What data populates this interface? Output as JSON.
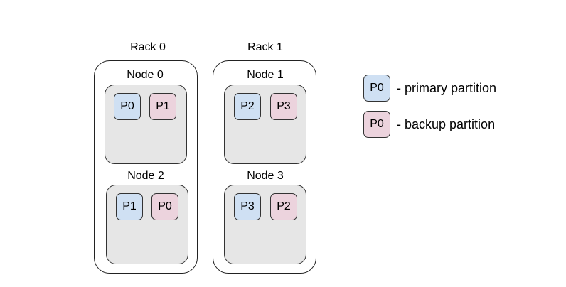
{
  "racks": [
    {
      "label": "Rack 0",
      "nodes": [
        {
          "label": "Node 0",
          "partitions": [
            {
              "label": "P0",
              "kind": "primary"
            },
            {
              "label": "P1",
              "kind": "backup"
            }
          ]
        },
        {
          "label": "Node 2",
          "partitions": [
            {
              "label": "P1",
              "kind": "primary"
            },
            {
              "label": "P0",
              "kind": "backup"
            }
          ]
        }
      ]
    },
    {
      "label": "Rack 1",
      "nodes": [
        {
          "label": "Node 1",
          "partitions": [
            {
              "label": "P2",
              "kind": "primary"
            },
            {
              "label": "P3",
              "kind": "backup"
            }
          ]
        },
        {
          "label": "Node 3",
          "partitions": [
            {
              "label": "P3",
              "kind": "primary"
            },
            {
              "label": "P2",
              "kind": "backup"
            }
          ]
        }
      ]
    }
  ],
  "legend": [
    {
      "swatch_label": "P0",
      "kind": "primary",
      "text": "- primary partition"
    },
    {
      "swatch_label": "P0",
      "kind": "backup",
      "text": "- backup partition"
    }
  ],
  "colors": {
    "primary": "#cfe0f3",
    "backup": "#ecd3dd",
    "node_fill": "#e6e6e6",
    "rack_fill": "#ffffff"
  }
}
